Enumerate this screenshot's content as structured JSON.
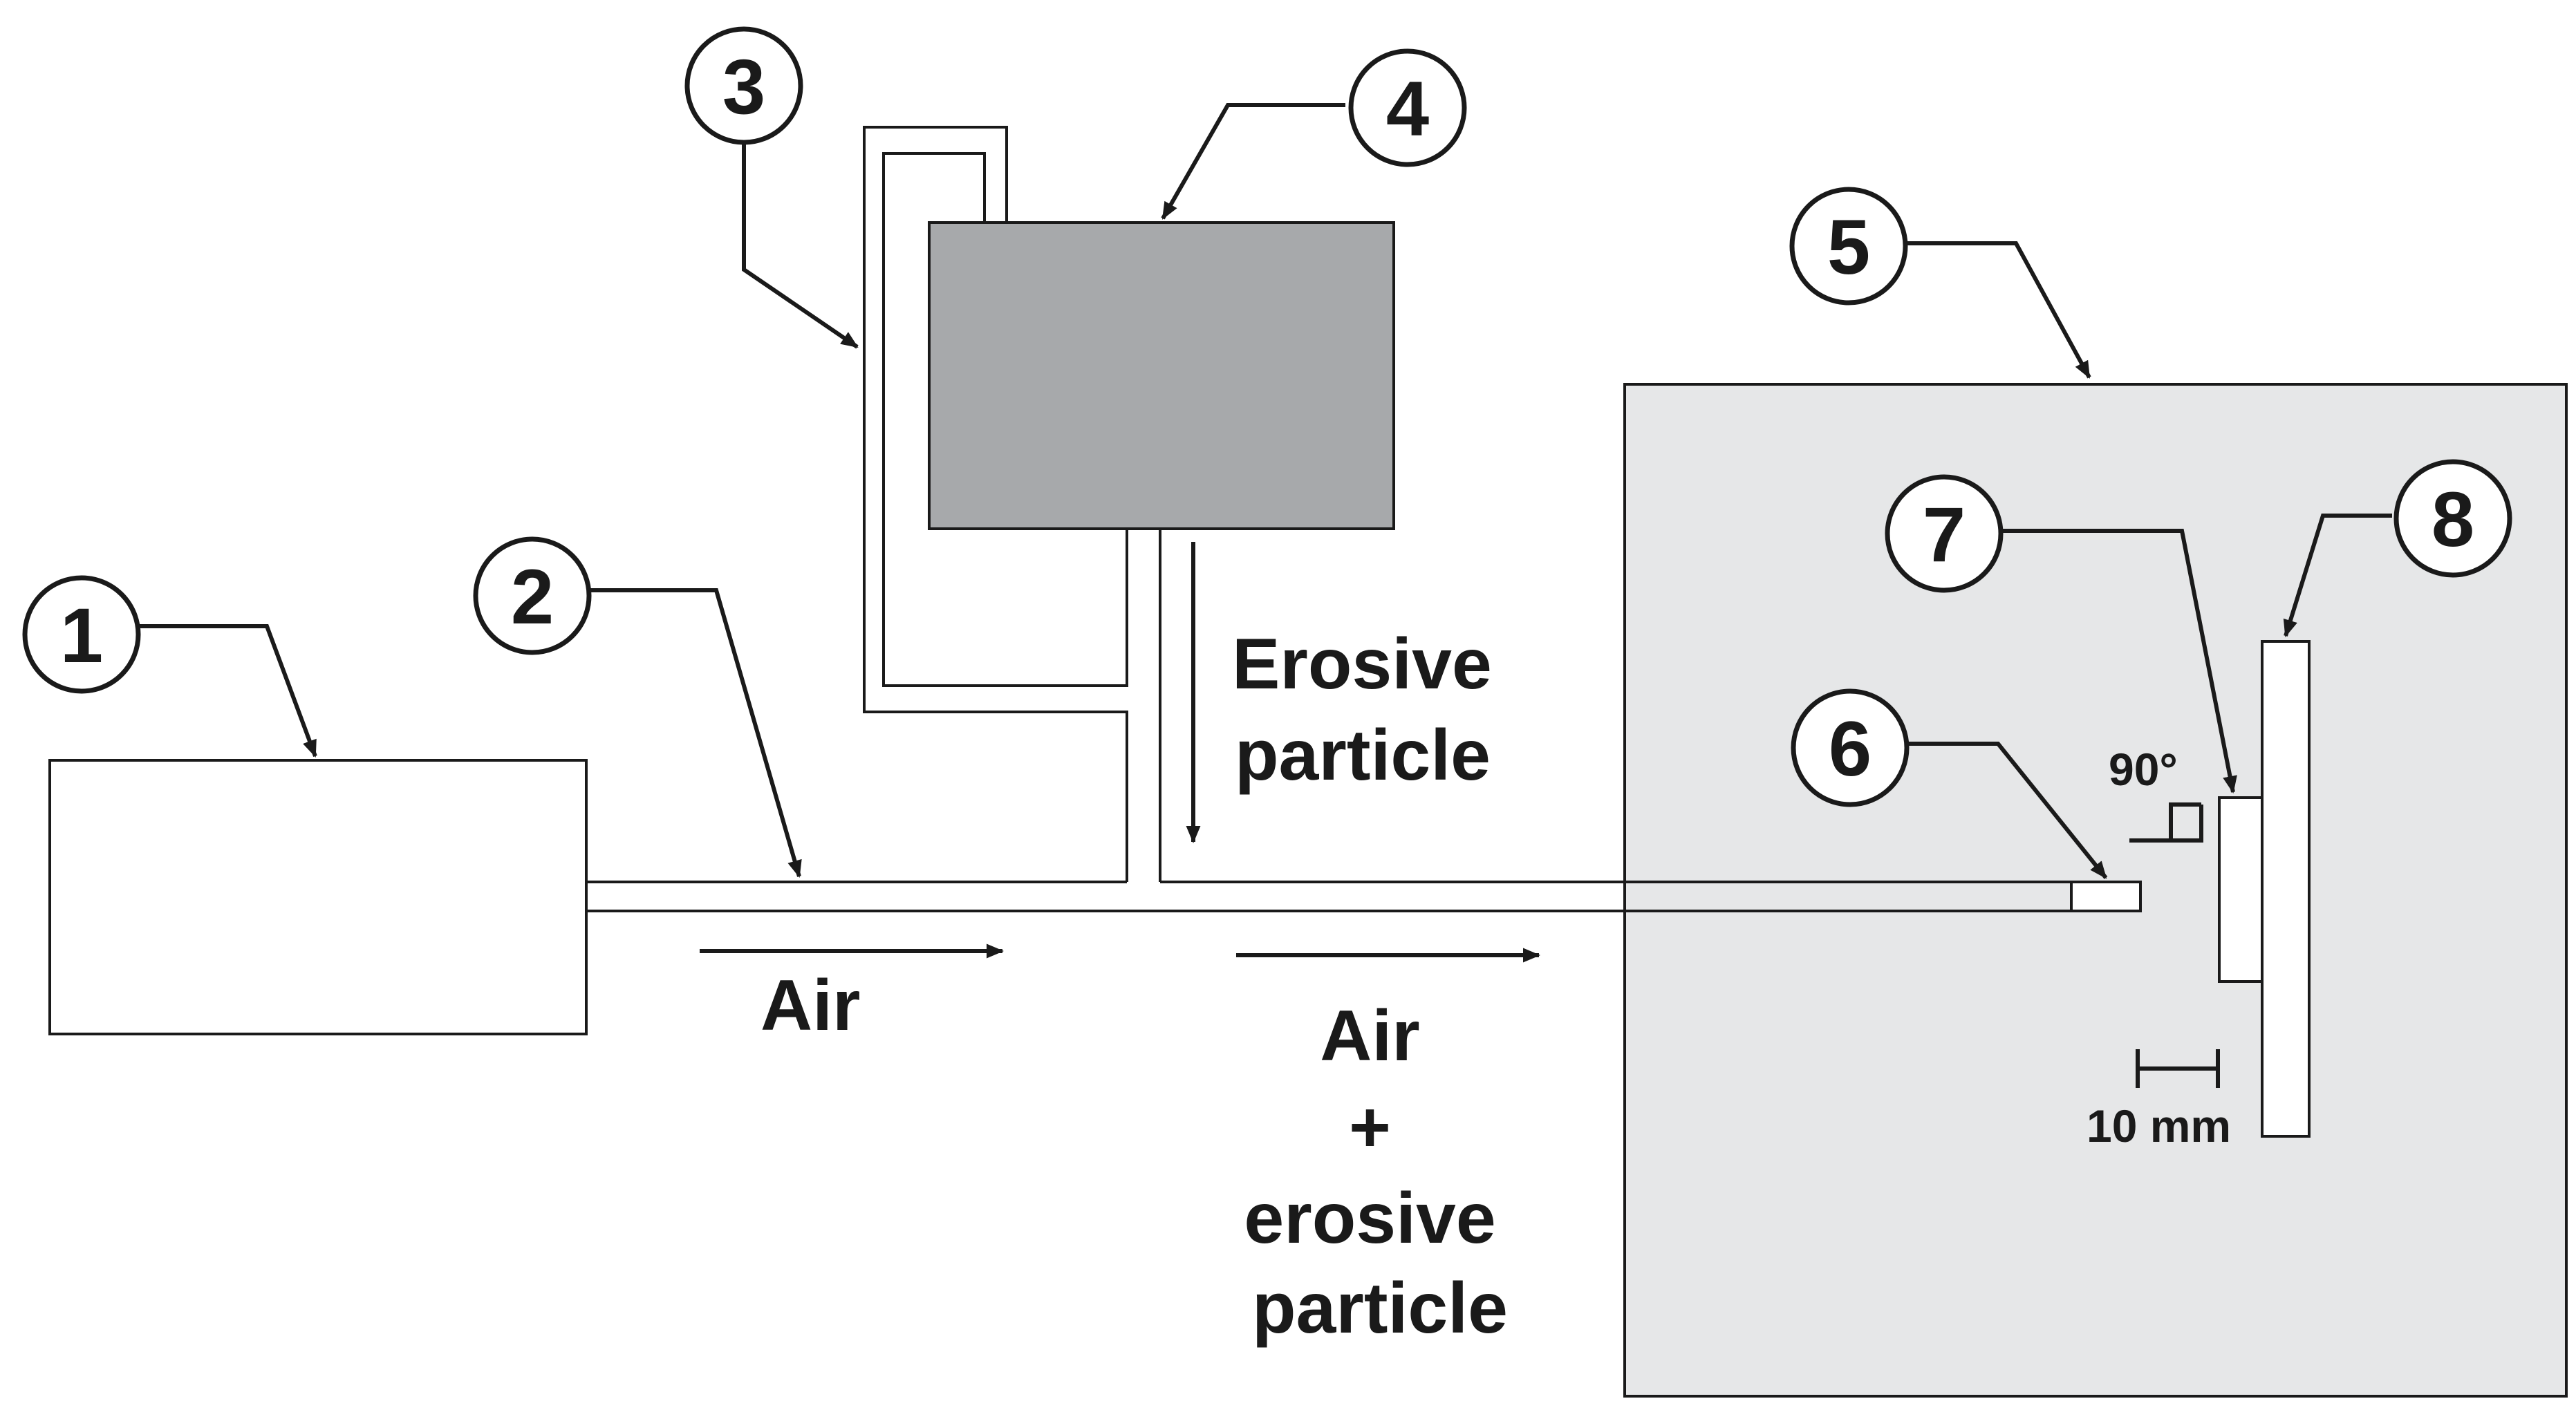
{
  "callouts": [
    "1",
    "2",
    "3",
    "4",
    "5",
    "6",
    "7",
    "8"
  ],
  "labels": {
    "erosive_particle_line1": "Erosive",
    "erosive_particle_line2": "particle",
    "air": "Air",
    "mixed_line1": "Air",
    "mixed_line2": "+",
    "mixed_line3": "erosive",
    "mixed_line4": "particle",
    "angle": "90°",
    "scale": "10 mm"
  },
  "colors": {
    "line": "#1a1a1a",
    "hopper_fill": "#a7a9ab",
    "chamber_fill": "#e6e7e8",
    "background": "#ffffff"
  }
}
